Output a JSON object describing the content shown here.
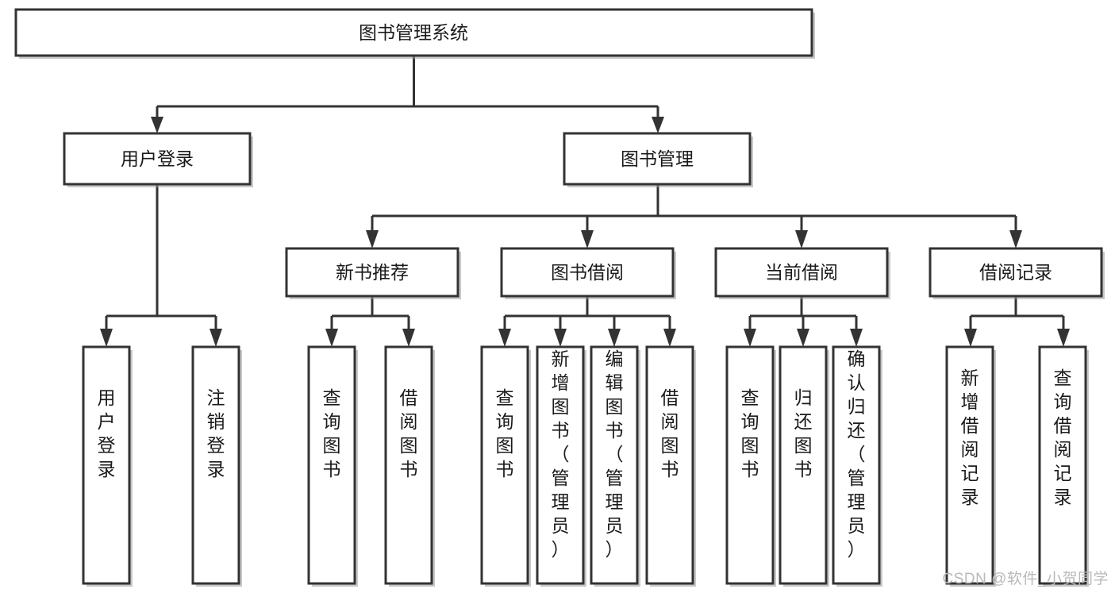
{
  "diagram": {
    "type": "tree-hierarchy",
    "title": "图书管理系统",
    "watermark": "CSDN @软件_小贺同学",
    "levels": {
      "root": {
        "label": "图书管理系统"
      },
      "level2": [
        {
          "label": "用户登录"
        },
        {
          "label": "图书管理"
        }
      ],
      "level3": [
        {
          "label": "新书推荐"
        },
        {
          "label": "图书借阅"
        },
        {
          "label": "当前借阅"
        },
        {
          "label": "借阅记录"
        }
      ],
      "leaves": {
        "user_login": [
          {
            "label": "用户登录"
          },
          {
            "label": "注销登录"
          }
        ],
        "new_book_recommend": [
          {
            "label": "查询图书"
          },
          {
            "label": "借阅图书"
          }
        ],
        "book_borrow": [
          {
            "label": "查询图书"
          },
          {
            "label": "新增图书（管理员）"
          },
          {
            "label": "编辑图书（管理员）"
          },
          {
            "label": "借阅图书"
          }
        ],
        "current_borrow": [
          {
            "label": "查询图书"
          },
          {
            "label": "归还图书"
          },
          {
            "label": "确认归还（管理员）"
          }
        ],
        "borrow_record": [
          {
            "label": "新增借阅记录"
          },
          {
            "label": "查询借阅记录"
          }
        ]
      }
    },
    "colors": {
      "box_stroke": "#333333",
      "box_fill": "#ffffff",
      "text": "#1a1a1a",
      "watermark": "#b9b9b9",
      "background": "#ffffff"
    }
  }
}
